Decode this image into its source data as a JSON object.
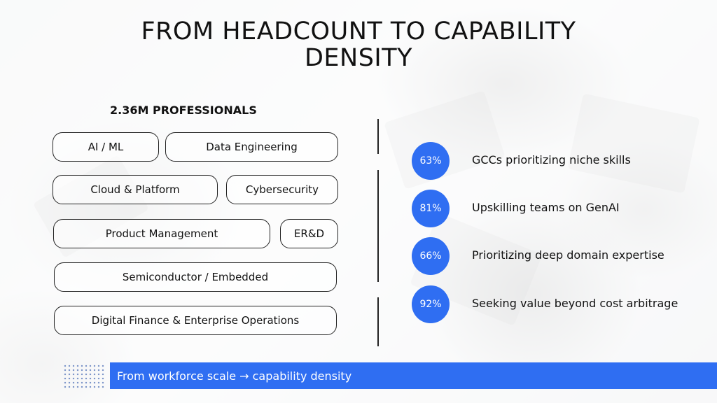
{
  "slide": {
    "title_line1": "FROM HEADCOUNT TO CAPABILITY",
    "title_line2": "DENSITY",
    "subtitle": "2.36M PROFESSIONALS",
    "skills": [
      "AI / ML",
      "Data Engineering",
      "Cloud & Platform",
      "Cybersecurity",
      "Product Management",
      "ER&D",
      "Semiconductor / Embedded",
      "Digital Finance & Enterprise Operations"
    ],
    "stats": [
      {
        "value": "63%",
        "label": "GCCs prioritizing niche skills"
      },
      {
        "value": "81%",
        "label": "Upskilling teams on GenAI"
      },
      {
        "value": "66%",
        "label": "Prioritizing deep domain expertise"
      },
      {
        "value": "92%",
        "label": "Seeking value beyond cost arbitrage"
      }
    ],
    "banner": "From workforce scale → capability density"
  },
  "colors": {
    "accent": "#2f6ef2",
    "text": "#111111",
    "pill_border": "#222222"
  }
}
